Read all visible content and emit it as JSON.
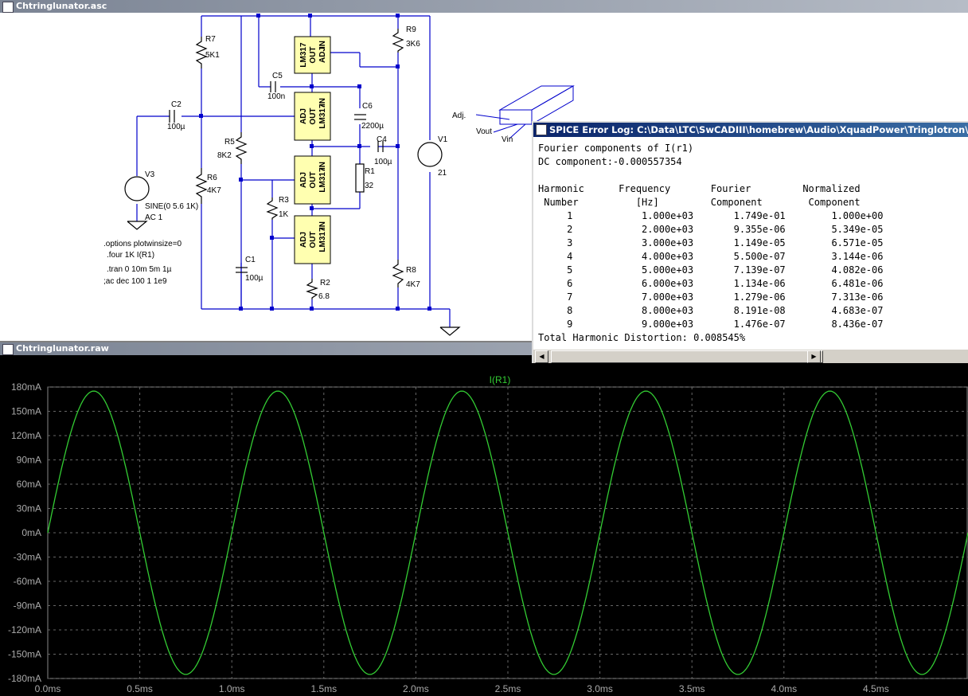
{
  "schematic_window": {
    "title": "Chtringlunator.asc"
  },
  "plot_window": {
    "title": "Chtringlunator.raw"
  },
  "log_window": {
    "title": "SPICE Error Log: C:\\Data\\LTC\\SwCADIII\\homebrew\\Audio\\XquadPower\\Tringlotron\\Chtringlunator.log",
    "heading": "Fourier components of I(r1)",
    "dc": "DC component:-0.000557354",
    "col_head1": "Harmonic      Frequency       Fourier         Normalized",
    "col_head2": " Number          [Hz]         Component        Component",
    "rows": [
      {
        "n": "1",
        "freq": "1.000e+03",
        "comp": "1.749e-01",
        "norm": "1.000e+00"
      },
      {
        "n": "2",
        "freq": "2.000e+03",
        "comp": "9.355e-06",
        "norm": "5.349e-05"
      },
      {
        "n": "3",
        "freq": "3.000e+03",
        "comp": "1.149e-05",
        "norm": "6.571e-05"
      },
      {
        "n": "4",
        "freq": "4.000e+03",
        "comp": "5.500e-07",
        "norm": "3.144e-06"
      },
      {
        "n": "5",
        "freq": "5.000e+03",
        "comp": "7.139e-07",
        "norm": "4.082e-06"
      },
      {
        "n": "6",
        "freq": "6.000e+03",
        "comp": "1.134e-06",
        "norm": "6.481e-06"
      },
      {
        "n": "7",
        "freq": "7.000e+03",
        "comp": "1.279e-06",
        "norm": "7.313e-06"
      },
      {
        "n": "8",
        "freq": "8.000e+03",
        "comp": "8.191e-08",
        "norm": "4.683e-07"
      },
      {
        "n": "9",
        "freq": "9.000e+03",
        "comp": "1.476e-07",
        "norm": "8.436e-07"
      }
    ],
    "thd": "Total Harmonic Distortion: 0.008545%"
  },
  "schematic": {
    "labels": {
      "R7": "R7",
      "R7v": "5K1",
      "C2": "C2",
      "C2v": "100µ",
      "R6": "R6",
      "R6v": "4K7",
      "V3": "V3",
      "V3v1": "SINE(0 5.6 1K)",
      "V3v2": "AC 1",
      "R5": "R5",
      "R5v": "8K2",
      "C5": "C5",
      "C5v": "100n",
      "R3": "R3",
      "R3v": "1K",
      "C1": "C1",
      "C1v": "100µ",
      "R2": "R2",
      "R2v": "6.8",
      "C6": "C6",
      "C6v": "2200µ",
      "C4": "C4",
      "C4v": "100µ",
      "R1": "R1",
      "R1v": "32",
      "R9": "R9",
      "R9v": "3K6",
      "R8": "R8",
      "R8v": "4K7",
      "V1": "V1",
      "V1v": "21",
      "d1": ".options plotwinsize=0",
      "d2": ".four 1K I(R1)",
      "d3": ".tran 0 10m 5m 1µ",
      "d4": ";ac dec 100 1 1e9",
      "pkg_adj": "Adj.",
      "pkg_vout": "Vout",
      "pkg_vin": "Vin"
    },
    "ic": {
      "name": "LM317",
      "adj": "ADJ",
      "out": "OUT",
      "in": "IN"
    }
  },
  "chart_data": {
    "type": "line",
    "title": "I(R1)",
    "xlabel": "",
    "ylabel": "",
    "xlim": [
      0,
      5
    ],
    "ylim": [
      -180,
      180
    ],
    "x_unit": "ms",
    "y_unit": "mA",
    "xticks": [
      "0.0ms",
      "0.5ms",
      "1.0ms",
      "1.5ms",
      "2.0ms",
      "2.5ms",
      "3.0ms",
      "3.5ms",
      "4.0ms",
      "4.5ms"
    ],
    "yticks": [
      "180mA",
      "150mA",
      "120mA",
      "90mA",
      "60mA",
      "30mA",
      "0mA",
      "-30mA",
      "-60mA",
      "-90mA",
      "-120mA",
      "-150mA",
      "-180mA"
    ],
    "grid": true,
    "series": [
      {
        "name": "I(R1)",
        "amplitude": 175,
        "frequency_khz": 1,
        "color": "#33cc33"
      }
    ]
  }
}
